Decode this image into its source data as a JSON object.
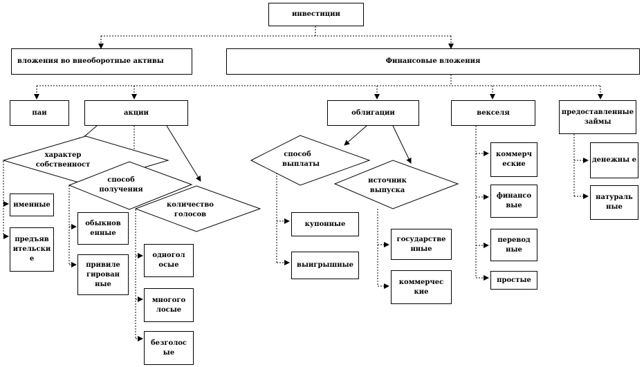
{
  "root": "инвестиции",
  "level1": {
    "noncurrent": "вложения во внеоборотные активы",
    "financial": "Финансовые вложения"
  },
  "financial_children": {
    "pai": "паи",
    "shares": "акции",
    "bonds": "облигации",
    "bills": "векселя",
    "loans": "предоставленные займы"
  },
  "shares_criteria": {
    "ownership": "характер собственност",
    "acquisition": "способ получения",
    "votes": "количество голосов"
  },
  "shares_by_ownership": [
    "именные",
    "предъяв ительски е"
  ],
  "shares_by_acquisition": [
    "обыкнов енные",
    "привиле гирован ные"
  ],
  "shares_by_votes": [
    "одногол осые",
    "многого лосые",
    "безголос ые"
  ],
  "bonds_criteria": {
    "payment": "способ выплаты",
    "source": "источник выпуска"
  },
  "bonds_by_payment": [
    "купонные",
    "выигрышные"
  ],
  "bonds_by_source": [
    "государстве нные",
    "коммерчес кие"
  ],
  "bills_types": [
    "коммерч еские",
    "финансо вые",
    "перевод ные",
    "простые"
  ],
  "loans_types": [
    "денежны е",
    "натураль ные"
  ]
}
